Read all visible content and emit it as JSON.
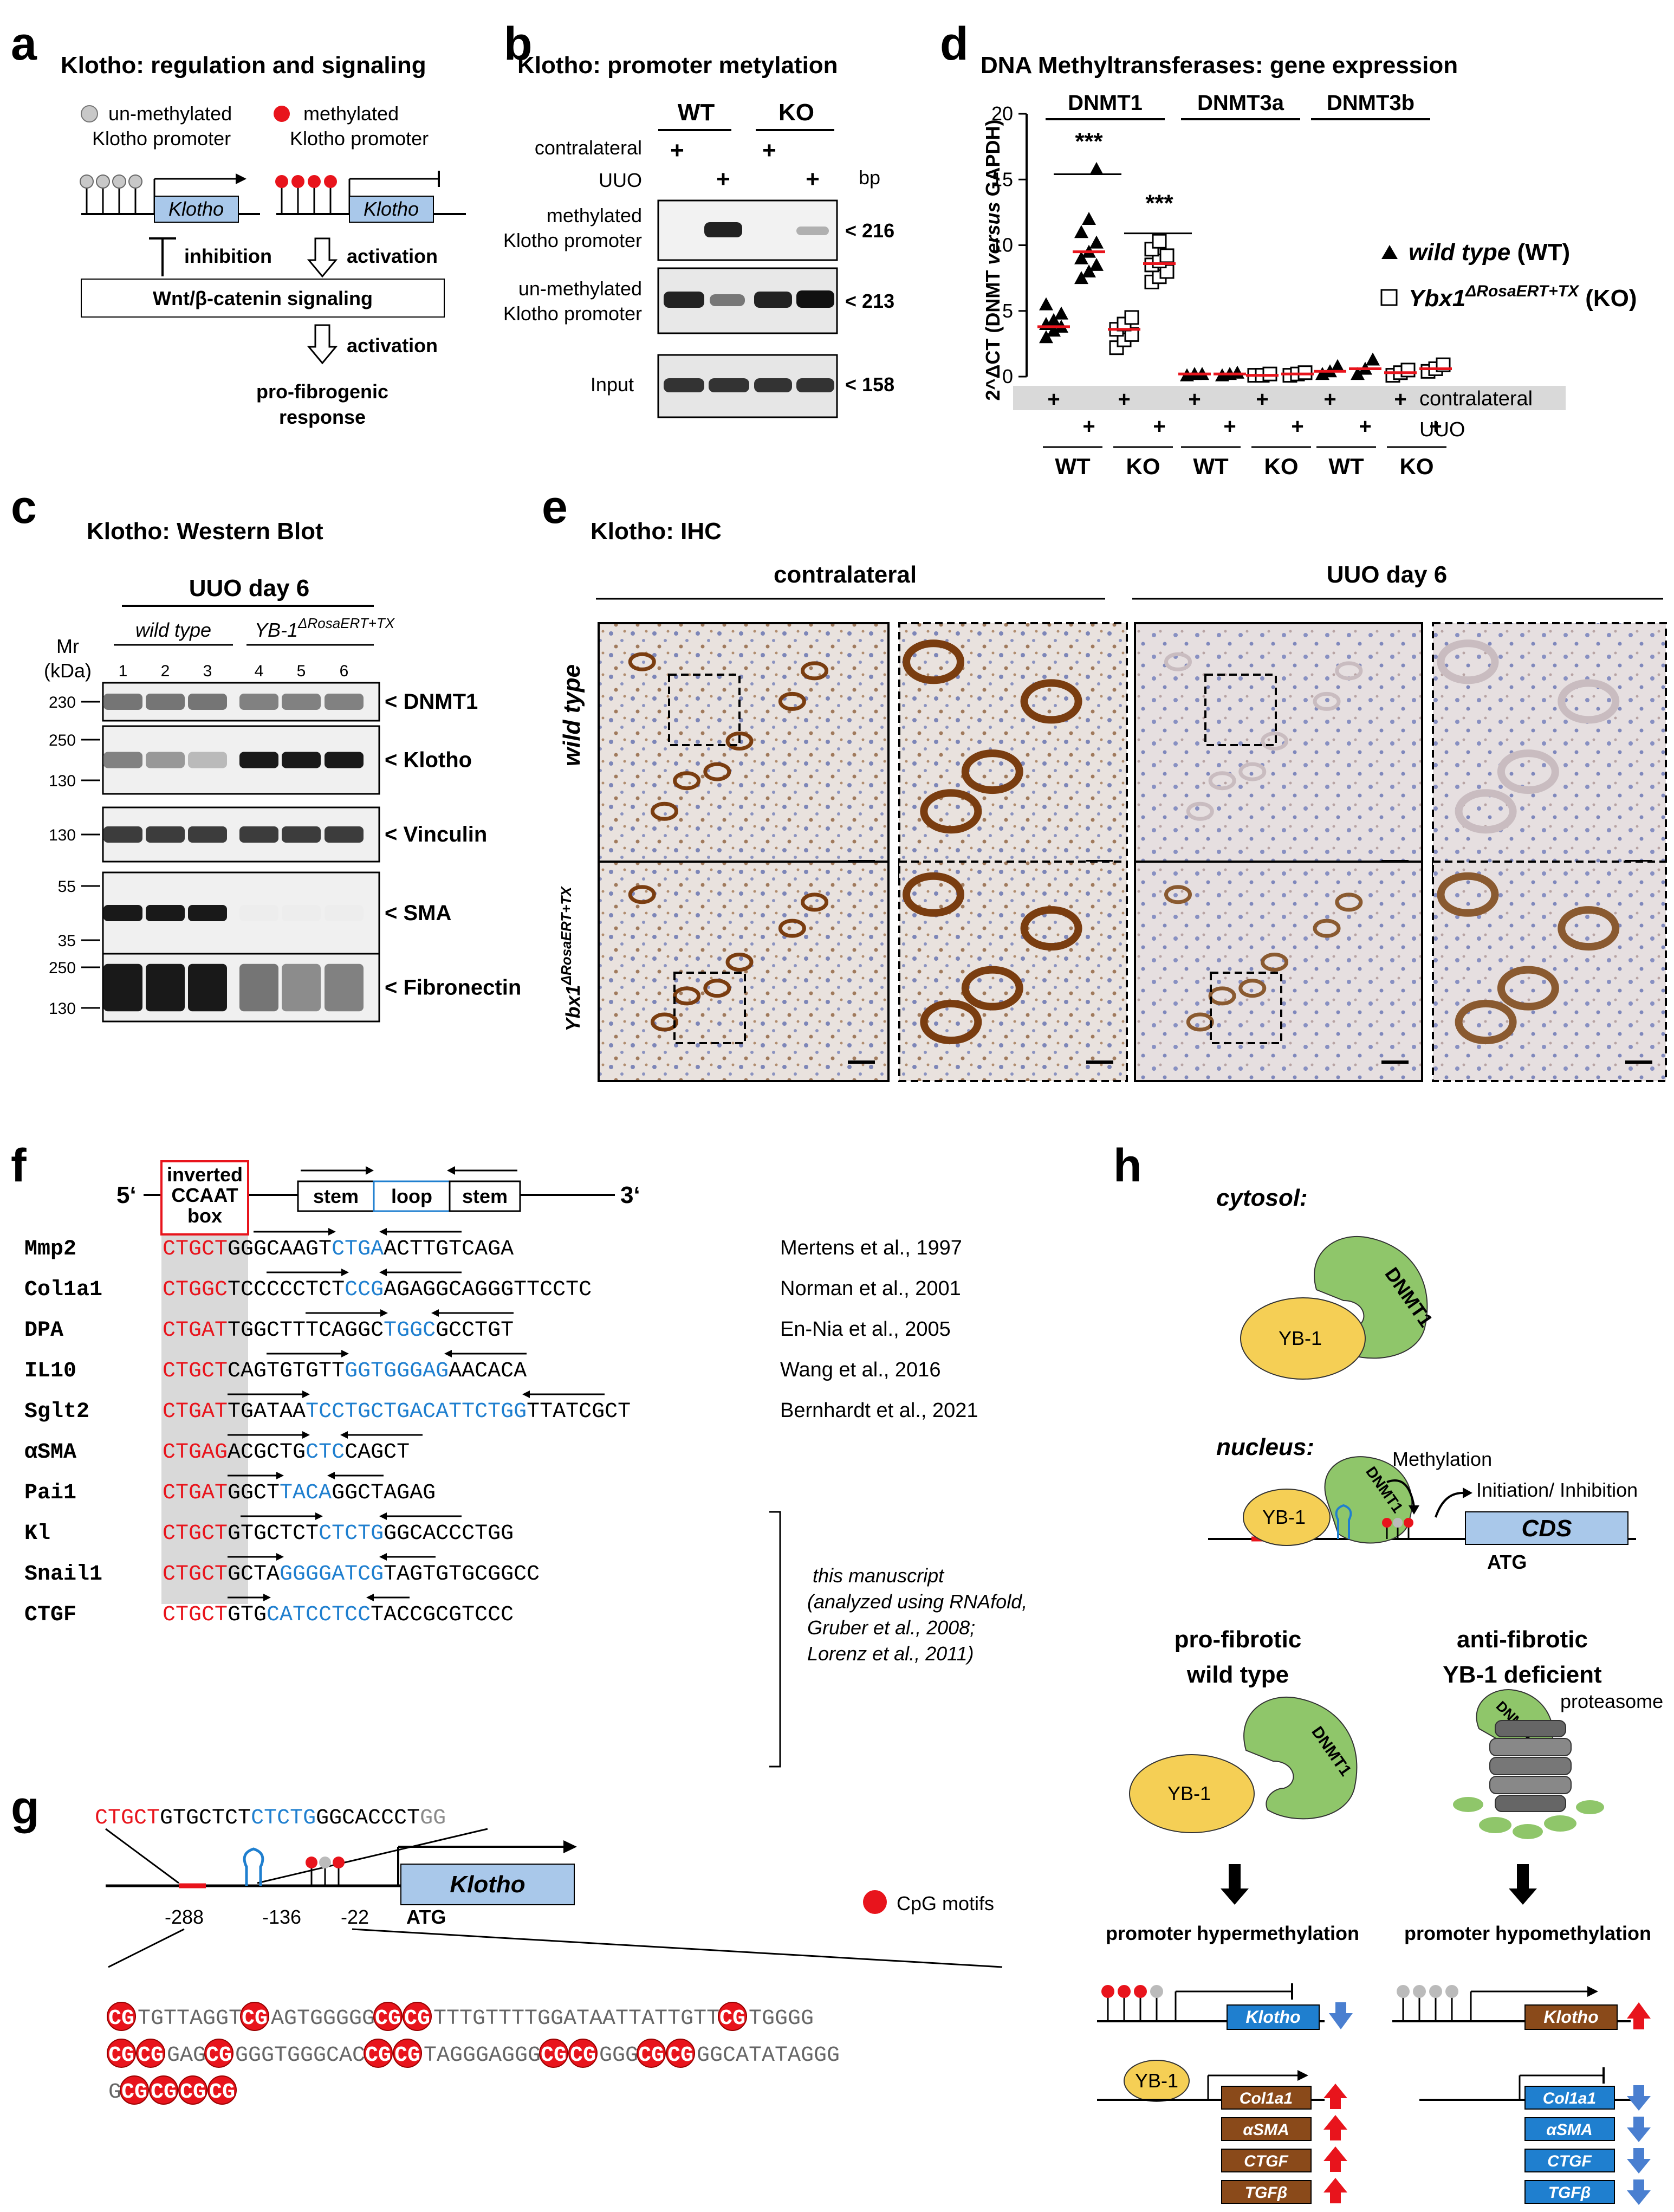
{
  "panel_letters": {
    "a": "a",
    "b": "b",
    "c": "c",
    "d": "d",
    "e": "e",
    "f": "f",
    "g": "g",
    "h": "h"
  },
  "panel_a": {
    "title": "Klotho: regulation and signaling",
    "legend_unmeth_1": "un-methylated",
    "legend_unmeth_2": "Klotho promoter",
    "legend_meth_1": "methylated",
    "legend_meth_2": "Klotho promoter",
    "gene": "Klotho",
    "inhibition": "inhibition",
    "activation": "activation",
    "pathway": "Wnt/β-catenin signaling",
    "activation2": "activation",
    "outcome_1": "pro-fibrogenic",
    "outcome_2": "response"
  },
  "panel_b": {
    "title": "Klotho: promoter metylation",
    "wt": "WT",
    "ko": "KO",
    "row_contralateral": "contralateral",
    "row_uuo": "UUO",
    "bp": "bp",
    "plus": "+",
    "band1_1": "methylated",
    "band1_2": "Klotho promoter",
    "size1": "< 216",
    "band2_1": "un-methylated",
    "band2_2": "Klotho promoter",
    "size2": "< 213",
    "band3": "Input",
    "size3": "< 158"
  },
  "panel_c": {
    "title": "Klotho: Western Blot",
    "group": "UUO day 6",
    "wt": "wild type",
    "ko": "YB-1",
    "ko_sup": "ΔRosaERT+TX",
    "mr_1": "Mr",
    "mr_2": "(kDa)",
    "lanes": [
      "1",
      "2",
      "3",
      "4",
      "5",
      "6"
    ],
    "blots": [
      {
        "label": "< DNMT1",
        "markers": [
          "230"
        ]
      },
      {
        "label": "< Klotho",
        "markers": [
          "250",
          "130"
        ]
      },
      {
        "label": "< Vinculin",
        "markers": [
          "130"
        ]
      },
      {
        "label": "< SMA",
        "markers": [
          "55",
          "35"
        ]
      },
      {
        "label": "< Fibronectin",
        "markers": [
          "250",
          "130"
        ]
      }
    ]
  },
  "panel_d": {
    "title": "DNA Methyltransferases: gene expression",
    "groups": [
      "DNMT1",
      "DNMT3a",
      "DNMT3b"
    ],
    "ylabel_1": "2^ΔCT (DNMT ",
    "ylabel_2": "versus",
    "ylabel_3": " GAPDH)",
    "yticks": [
      "0",
      "5",
      "10",
      "15",
      "20"
    ],
    "legend_wt_1": "wild type",
    "legend_wt_2": " (WT)",
    "legend_ko_1": "Ybx1",
    "legend_ko_sup": "ΔRosaERT+TX",
    "legend_ko_2": " (KO)",
    "row_contralateral": "contralateral",
    "row_uuo": "UUO",
    "plus": "+",
    "xlabels": [
      "WT",
      "KO",
      "WT",
      "KO",
      "WT",
      "KO"
    ],
    "stars": "***"
  },
  "chart_data": {
    "type": "scatter",
    "title": "DNA Methyltransferases: gene expression",
    "ylabel": "2^ΔCT (DNMT versus GAPDH)",
    "ylim": [
      0,
      20
    ],
    "categories": [
      "DNMT1 WT contralateral",
      "DNMT1 WT UUO",
      "DNMT1 KO contralateral",
      "DNMT1 KO UUO",
      "DNMT3a WT contralateral",
      "DNMT3a WT UUO",
      "DNMT3a KO contralateral",
      "DNMT3a KO UUO",
      "DNMT3b WT contralateral",
      "DNMT3b WT UUO",
      "DNMT3b KO contralateral",
      "DNMT3b KO UUO"
    ],
    "series": [
      {
        "name": "wild type (WT)",
        "marker": "triangle",
        "points": [
          {
            "group": 0,
            "values": [
              3.0,
              3.5,
              3.8,
              4.0,
              4.3,
              4.8,
              5.5
            ],
            "median": 3.8
          },
          {
            "group": 1,
            "values": [
              7.5,
              8.0,
              8.5,
              9.0,
              9.5,
              10.2,
              11.0,
              12.0,
              15.8
            ],
            "median": 9.5
          },
          {
            "group": 4,
            "values": [
              0.1,
              0.2,
              0.2
            ],
            "median": 0.2
          },
          {
            "group": 5,
            "values": [
              0.1,
              0.2,
              0.3
            ],
            "median": 0.2
          },
          {
            "group": 8,
            "values": [
              0.2,
              0.4,
              0.8
            ],
            "median": 0.4
          },
          {
            "group": 9,
            "values": [
              0.2,
              0.6,
              1.3
            ],
            "median": 0.6
          }
        ]
      },
      {
        "name": "Ybx1ΔRosaERT+TX (KO)",
        "marker": "square",
        "points": [
          {
            "group": 2,
            "values": [
              2.2,
              2.8,
              3.2,
              3.6,
              4.0,
              4.5
            ],
            "median": 3.6
          },
          {
            "group": 3,
            "values": [
              7.2,
              7.6,
              8.0,
              8.5,
              8.8,
              9.2,
              9.7,
              10.3
            ],
            "median": 8.6
          },
          {
            "group": 6,
            "values": [
              0.1,
              0.1,
              0.2
            ],
            "median": 0.1
          },
          {
            "group": 7,
            "values": [
              0.1,
              0.2,
              0.3
            ],
            "median": 0.2
          },
          {
            "group": 10,
            "values": [
              0.1,
              0.3,
              0.5
            ],
            "median": 0.3
          },
          {
            "group": 11,
            "values": [
              0.4,
              0.6,
              0.9
            ],
            "median": 0.6
          }
        ]
      }
    ],
    "annotations": [
      "***",
      "***"
    ]
  },
  "panel_e": {
    "title": "Klotho: IHC",
    "col1": "contralateral",
    "col2": "UUO day 6",
    "row1": "wild type",
    "row2_1": "Ybx1",
    "row2_sup": "ΔRosaERT+TX"
  },
  "panel_f": {
    "five": "5‘",
    "three": "3‘",
    "box_1": "inverted",
    "box_2": "CCAAT",
    "box_3": "box",
    "stem": "stem",
    "loop": "loop",
    "rows": [
      {
        "gene": "Mmp2",
        "red": "CTGCT",
        "a": "GGGCAAGT",
        "b": "CTGA",
        "c": "ACTTGTCAGA",
        "ref": "Mertens et al., 1997"
      },
      {
        "gene": "Col1a1",
        "red": "CTGGC",
        "a": "TCCCCCTCT",
        "b": "CCG",
        "c": "AGAGGCAGGGTTCCTC",
        "ref": "Norman et al., 2001"
      },
      {
        "gene": "DPA",
        "red": "CTGAT",
        "a": "TGGCTTTCAGGC",
        "b": "TGGC",
        "c": "GCCTGT",
        "ref": "En-Nia et al., 2005"
      },
      {
        "gene": "IL10",
        "red": "CTGCT",
        "a": "CAGTGTGTT",
        "b": "GGTGGGAG",
        "c": "AACACA",
        "ref": "Wang et al., 2016"
      },
      {
        "gene": "Sglt2",
        "red": "CTGAT",
        "a": "TGATAA",
        "b": "TCCTGCTGACATTCTGG",
        "c": "TTATCGCT",
        "ref": "Bernhardt et al., 2021"
      },
      {
        "gene": "αSMA",
        "red": "CTGAG",
        "a": "ACGCTG",
        "b": "CTC",
        "c": "CAGCT",
        "ref": ""
      },
      {
        "gene": "Pai1",
        "red": "CTGAT",
        "a": "GGCT",
        "b": "TACA",
        "c": "GGCTAGAG",
        "ref": ""
      },
      {
        "gene": "Kl",
        "red": "CTGCT",
        "a": "GTGCTCT",
        "b": "CTCTG",
        "c": "GGCACCCTGG",
        "ref": ""
      },
      {
        "gene": "Snail1",
        "red": "CTGCT",
        "a": "GCTA",
        "b": "GGGGATCG",
        "c": "TAGTGTGCGGCC",
        "ref": ""
      },
      {
        "gene": "CTGF",
        "red": "CTGCT",
        "a": "GTG",
        "b": "CATCCTCC",
        "c": "TACCGCGTCCC",
        "ref": ""
      }
    ],
    "note_1": "this manuscript",
    "note_2": "(analyzed using RNAfold,",
    "note_3": "Gruber et al., 2008;",
    "note_4": "Lorenz et al., 2011)"
  },
  "panel_g": {
    "seq_red": "CTGCT",
    "seq_a": "GTGCTCT",
    "seq_b": "CTCTG",
    "seq_c": "GGCACCCT",
    "seq_d": "GG",
    "gene": "Klotho",
    "pos1": "-288",
    "pos2": "-136",
    "pos3": "-22",
    "atg": "ATG",
    "legend": "CpG motifs",
    "line1": [
      "CG",
      "TGTTAGGT",
      "CG",
      "AGTGGGGG",
      "CG",
      "",
      "CG",
      "TTTGTTTTGGATAATTATTGTT",
      "CG",
      "TGGGG"
    ],
    "line2": [
      "CG",
      "",
      "CG",
      "GAG",
      "CG",
      "GGGTGGGCAC",
      "CG",
      "",
      "CG",
      "TAGGGAGGG",
      "CG",
      "",
      "CG",
      "GGG",
      "CG",
      "",
      "CG",
      "GGCATATAGGG"
    ],
    "line3": [
      "G",
      "CG",
      "",
      "CG",
      "",
      "CG",
      "",
      "CG"
    ]
  },
  "panel_h": {
    "cytosol": "cytosol:",
    "nucleus": "nucleus:",
    "yb1": "YB-1",
    "dnmt1": "DNMT1",
    "methylation": "Methylation",
    "initiation": "Initiation/ Inhibition",
    "cds": "CDS",
    "atg": "ATG",
    "left_title_1": "pro-fibrotic",
    "left_title_2": "wild type",
    "right_title_1": "anti-fibrotic",
    "right_title_2": "YB-1 deficient",
    "proteasome": "proteasome",
    "left_hyper": "promoter hypermethylation",
    "right_hypo": "promoter hypomethylation",
    "klotho": "Klotho",
    "col1a1": "Col1a1",
    "asma": "αSMA",
    "ctgf": "CTGF",
    "tgfb": "TGFβ"
  },
  "colors": {
    "red": "#e8141c",
    "blue": "#1f7fcf",
    "green": "#8fc66a",
    "yellow": "#f5cf55",
    "brown": "#8a4a1a",
    "lightblue": "#a9c8ea"
  }
}
